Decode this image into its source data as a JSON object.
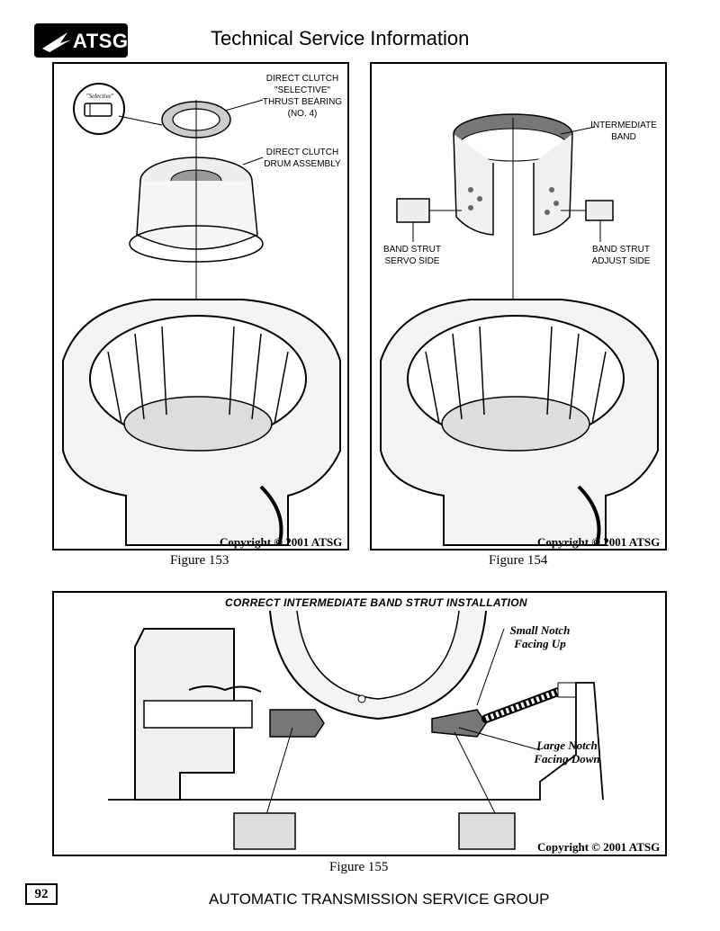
{
  "header": {
    "logo_text": "ATSG",
    "title": "Technical Service Information"
  },
  "figure153": {
    "callout_bearing": "DIRECT CLUTCH \"SELECTIVE\" THRUST BEARING (NO. 4)",
    "callout_drum": "DIRECT CLUTCH DRUM ASSEMBLY",
    "selective_badge": "\"Selective\"",
    "copyright": "Copyright © 2001 ATSG",
    "caption": "Figure 153"
  },
  "figure154": {
    "callout_band": "INTERMEDIATE BAND",
    "callout_servo": "BAND STRUT SERVO SIDE",
    "callout_adjust": "BAND STRUT ADJUST SIDE",
    "copyright": "Copyright © 2001 ATSG",
    "caption": "Figure 154"
  },
  "figure155": {
    "title": "CORRECT INTERMEDIATE BAND STRUT INSTALLATION",
    "small_notch": "Small Notch Facing Up",
    "large_notch": "Large Notch Facing Down",
    "copyright": "Copyright © 2001 ATSG",
    "caption": "Figure 155"
  },
  "footer": {
    "page_number": "92",
    "org": "AUTOMATIC TRANSMISSION SERVICE GROUP"
  }
}
